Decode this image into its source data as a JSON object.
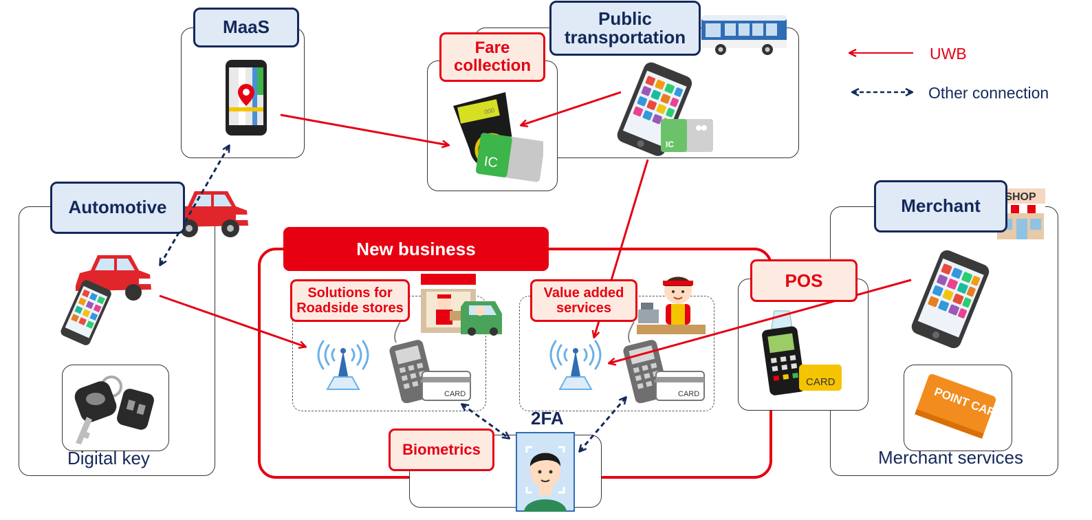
{
  "legend": {
    "uwb_label": "UWB",
    "other_label": "Other connection",
    "uwb_color": "#e60012",
    "other_color": "#14285a"
  },
  "nodes": {
    "maas": "MaaS",
    "public_transportation": "Public transportation",
    "fare_collection": "Fare collection",
    "automotive": "Automotive",
    "digital_key": "Digital key",
    "merchant": "Merchant",
    "merchant_services": "Merchant services",
    "new_business": "New business",
    "roadside": "Solutions for Roadside stores",
    "value_added": "Value added services",
    "pos": "POS",
    "biometrics": "Biometrics",
    "two_fa": "2FA"
  },
  "icon_text": {
    "card": "CARD",
    "ic": "IC",
    "shop": "SHOP",
    "point_card": "POINT CARD",
    "reader_digits": "000"
  },
  "icons": [
    "smartphone-map-icon",
    "bus-icon",
    "ic-card-reader-icon",
    "smartphone-icon",
    "ic-card-icon",
    "car-icon",
    "car-key-icon",
    "shop-icon",
    "point-card-icon",
    "uwb-antenna-icon",
    "card-terminal-icon",
    "pos-terminal-icon",
    "face-id-icon",
    "roadside-store-icon",
    "cashier-icon"
  ]
}
